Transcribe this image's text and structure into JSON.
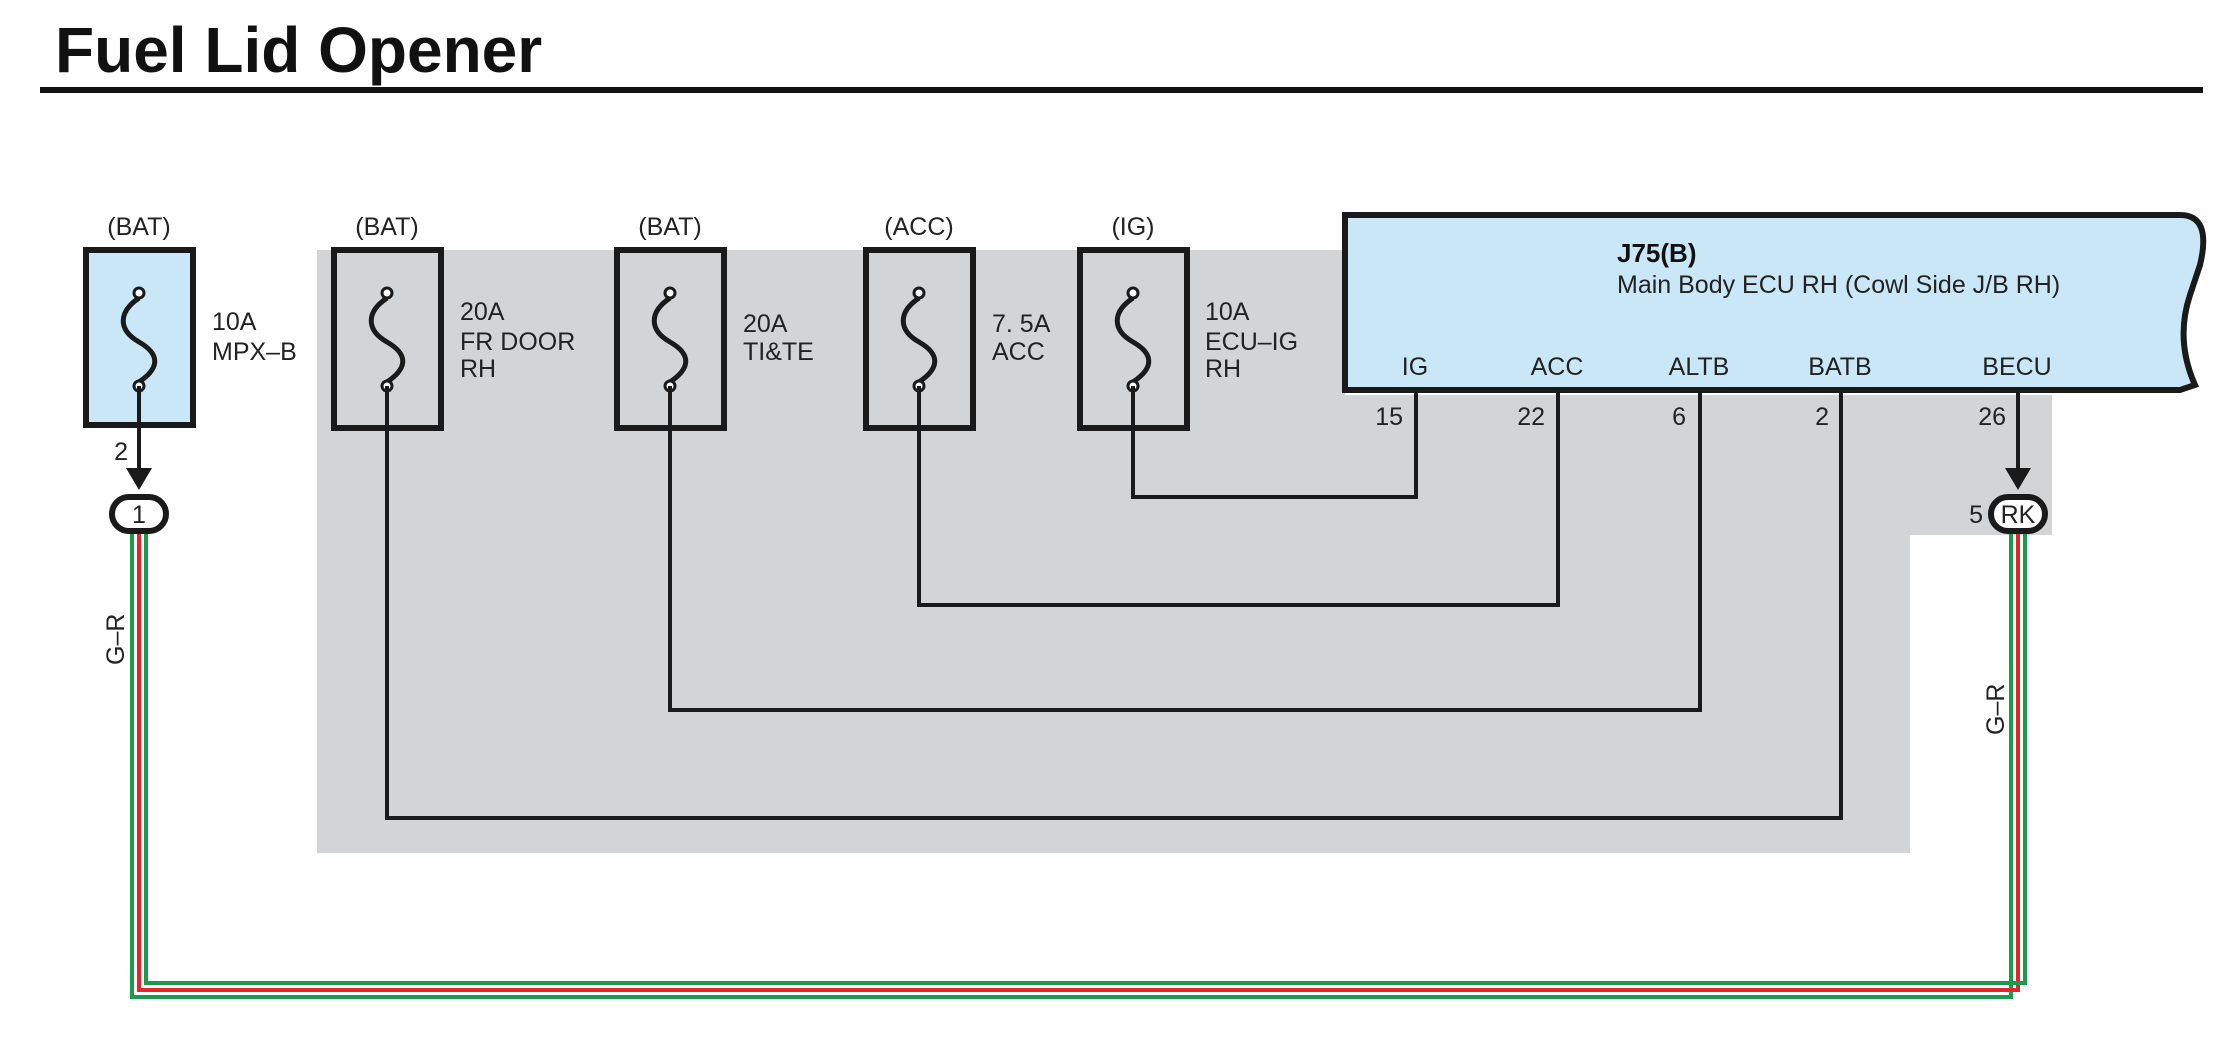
{
  "title": "Fuel Lid Opener",
  "colors": {
    "junction_shade": "#d3d4d6",
    "component_fill": "#c9e7f7",
    "wire_green": "#1a9a4a",
    "wire_red": "#e0282a",
    "line": "#1a1a1a"
  },
  "fuses": [
    {
      "id": "mpxb",
      "source": "(BAT)",
      "rating": "10A",
      "name_lines": [
        "MPX–B"
      ],
      "icon": "fuse-icon"
    },
    {
      "id": "frdoor",
      "source": "(BAT)",
      "rating": "20A",
      "name_lines": [
        "FR DOOR",
        "RH"
      ],
      "icon": "fuse-icon"
    },
    {
      "id": "tite",
      "source": "(BAT)",
      "rating": "20A",
      "name_lines": [
        "TI&TE"
      ],
      "icon": "fuse-icon"
    },
    {
      "id": "acc",
      "source": "(ACC)",
      "rating": "7. 5A",
      "name_lines": [
        "ACC"
      ],
      "icon": "fuse-icon"
    },
    {
      "id": "ecuig",
      "source": "(IG)",
      "rating": "10A",
      "name_lines": [
        "ECU–IG",
        "RH"
      ],
      "icon": "fuse-icon"
    }
  ],
  "ecu": {
    "code": "J75(B)",
    "name": "Main Body ECU RH (Cowl Side J/B RH)",
    "terminals": [
      {
        "name": "IG",
        "pin": "15"
      },
      {
        "name": "ACC",
        "pin": "22"
      },
      {
        "name": "ALTB",
        "pin": "6"
      },
      {
        "name": "BATB",
        "pin": "2"
      },
      {
        "name": "BECU",
        "pin": "26"
      }
    ]
  },
  "connectors": {
    "left": {
      "pin_above": "2",
      "label": "1"
    },
    "right": {
      "pin_left": "5",
      "label": "RK"
    }
  },
  "wire_colors": {
    "left": "G–R",
    "right": "G–R"
  }
}
